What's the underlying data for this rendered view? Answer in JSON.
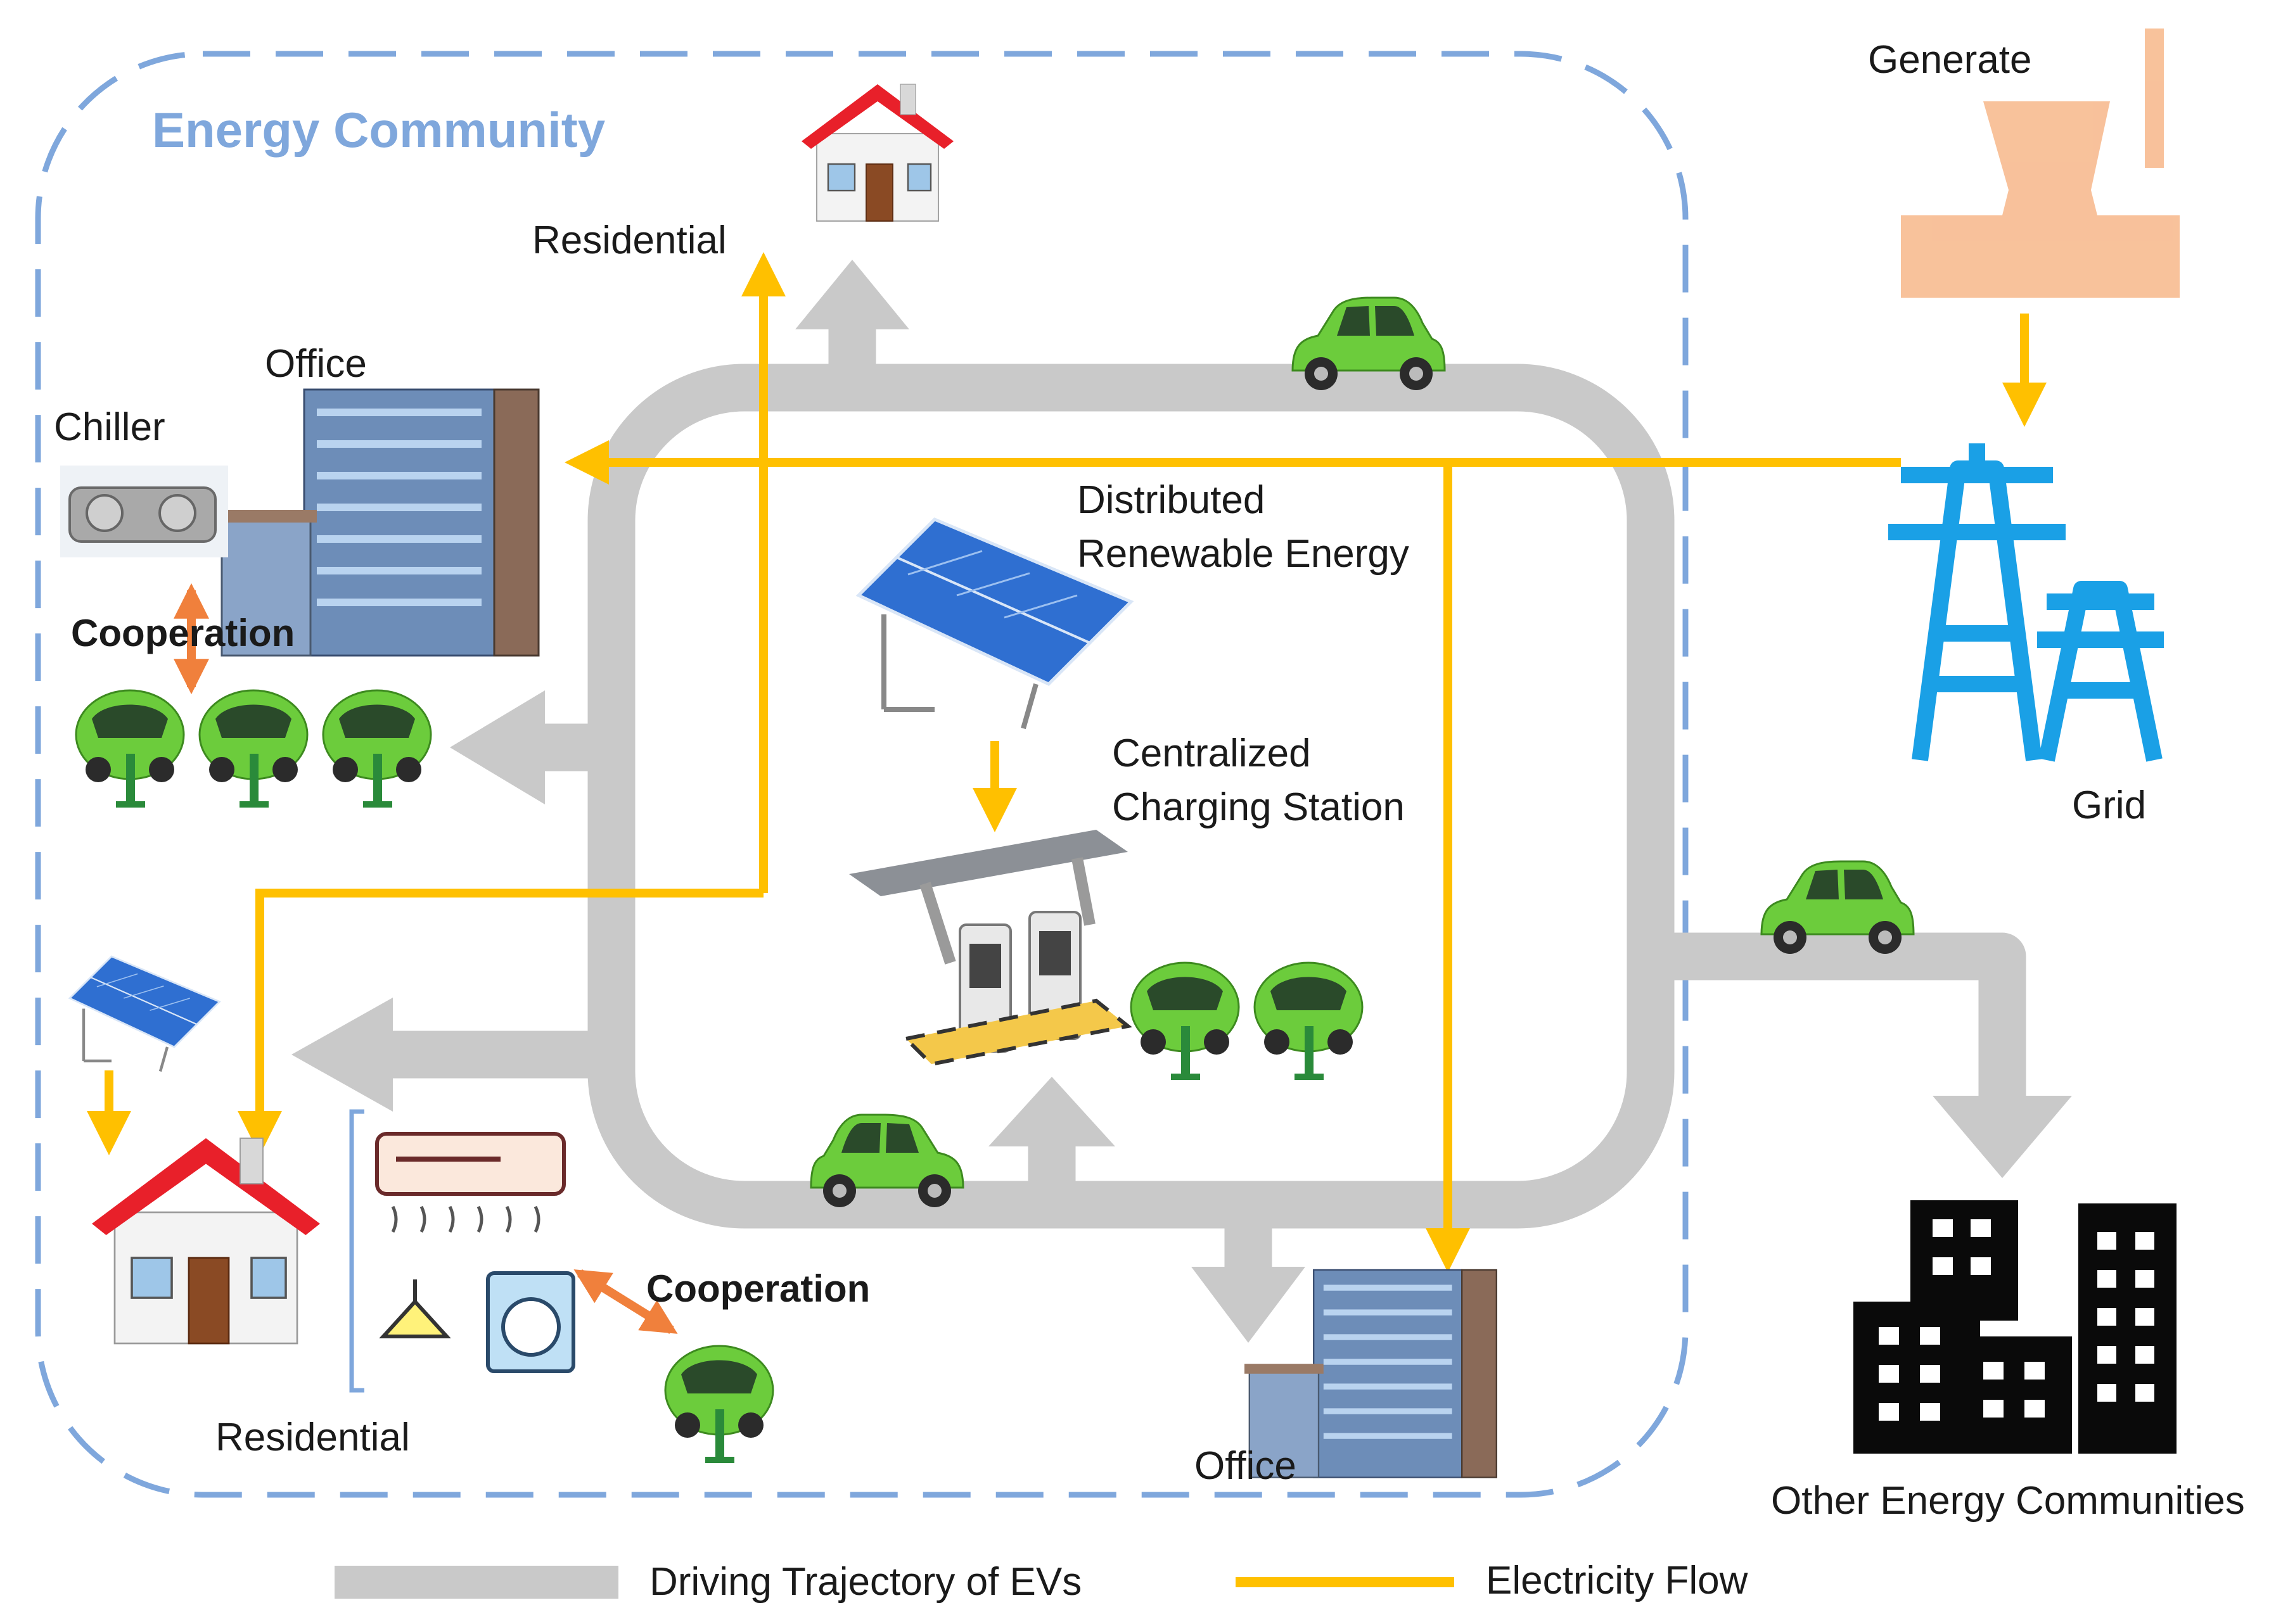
{
  "community_title": "Energy Community",
  "labels": {
    "generate": "Generate",
    "grid": "Grid",
    "residential_top": "Residential",
    "office_top": "Office",
    "chiller": "Chiller",
    "cooperation_top": "Cooperation",
    "distributed_line1": "Distributed",
    "distributed_line2": "Renewable Energy",
    "centralized_line1": "Centralized",
    "centralized_line2": "Charging Station",
    "residential_bottom": "Residential",
    "cooperation_bottom": "Cooperation",
    "office_bottom": "Office",
    "other_communities": "Other Energy Communities"
  },
  "legend": {
    "driving": "Driving Trajectory of EVs",
    "electricity": "Electricity Flow"
  },
  "colors": {
    "driving": "#c9c9c9",
    "electricity": "#ffc000",
    "cooperation": "#f0803c",
    "community_border": "#7fa7dc",
    "car": "#6ccc3c",
    "roof": "#e8202a",
    "solar": "#2f6fd1",
    "tower": "#1aa0e6",
    "factory": "#f7b78a"
  }
}
